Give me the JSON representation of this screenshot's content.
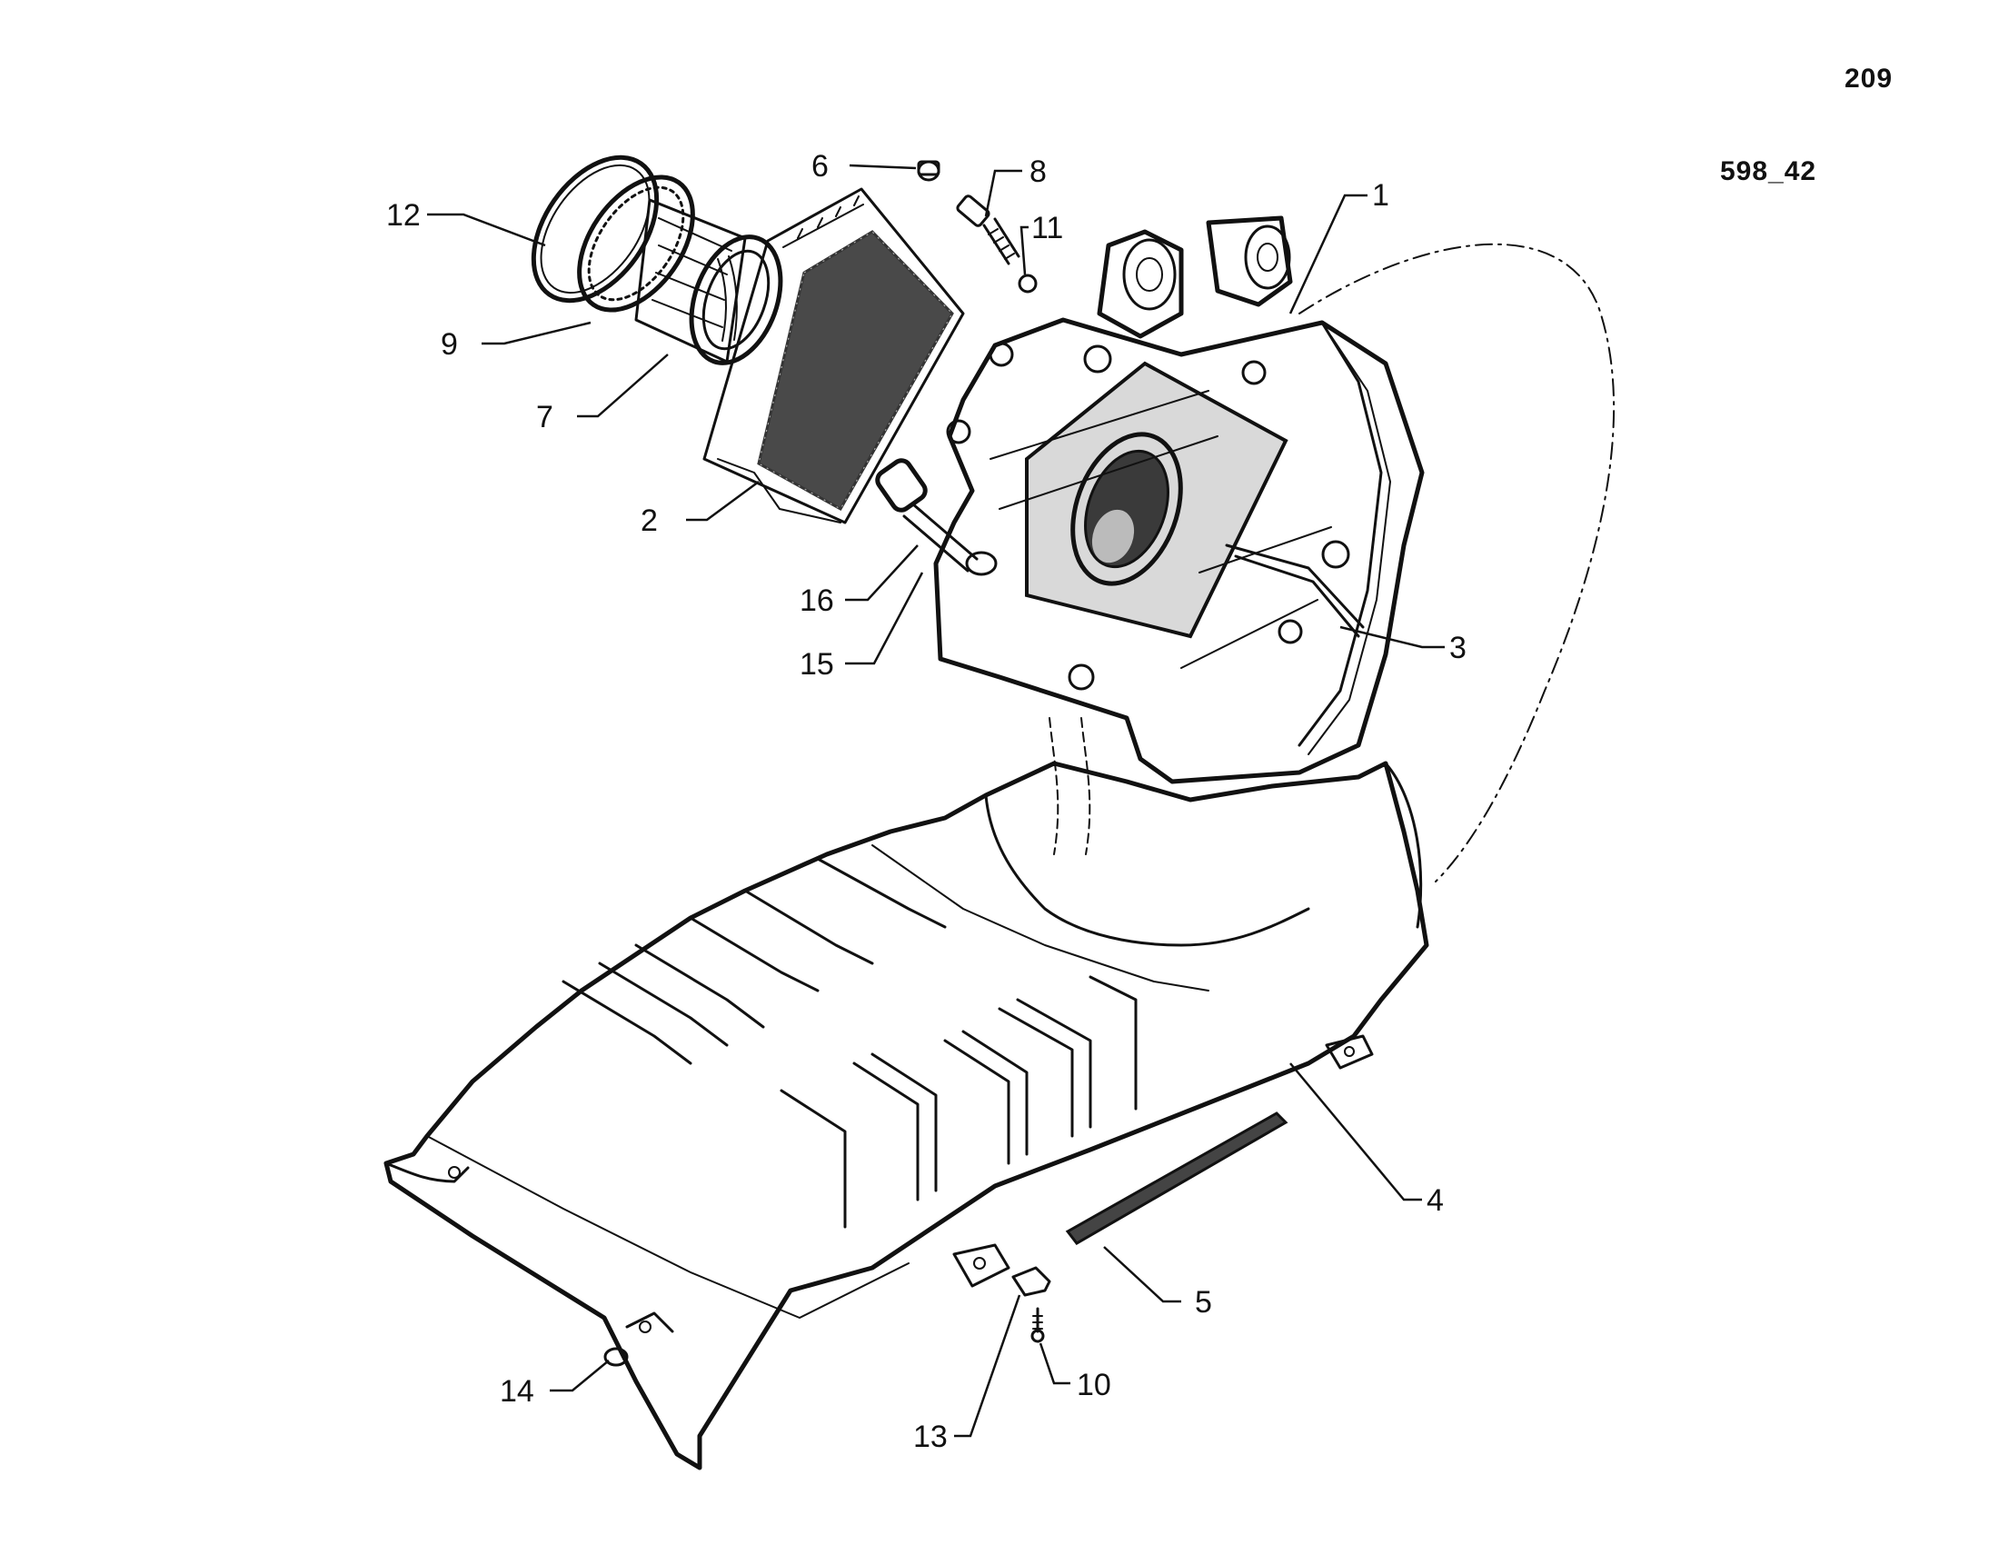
{
  "page_number": "209",
  "figure_code": "598_42",
  "callouts": [
    {
      "id": "1",
      "label": "1"
    },
    {
      "id": "2",
      "label": "2"
    },
    {
      "id": "3",
      "label": "3"
    },
    {
      "id": "4",
      "label": "4"
    },
    {
      "id": "5",
      "label": "5"
    },
    {
      "id": "6",
      "label": "6"
    },
    {
      "id": "7",
      "label": "7"
    },
    {
      "id": "8",
      "label": "8"
    },
    {
      "id": "9",
      "label": "9"
    },
    {
      "id": "10",
      "label": "10"
    },
    {
      "id": "11",
      "label": "11"
    },
    {
      "id": "12",
      "label": "12"
    },
    {
      "id": "13",
      "label": "13"
    },
    {
      "id": "14",
      "label": "14"
    },
    {
      "id": "15",
      "label": "15"
    },
    {
      "id": "16",
      "label": "16"
    }
  ]
}
